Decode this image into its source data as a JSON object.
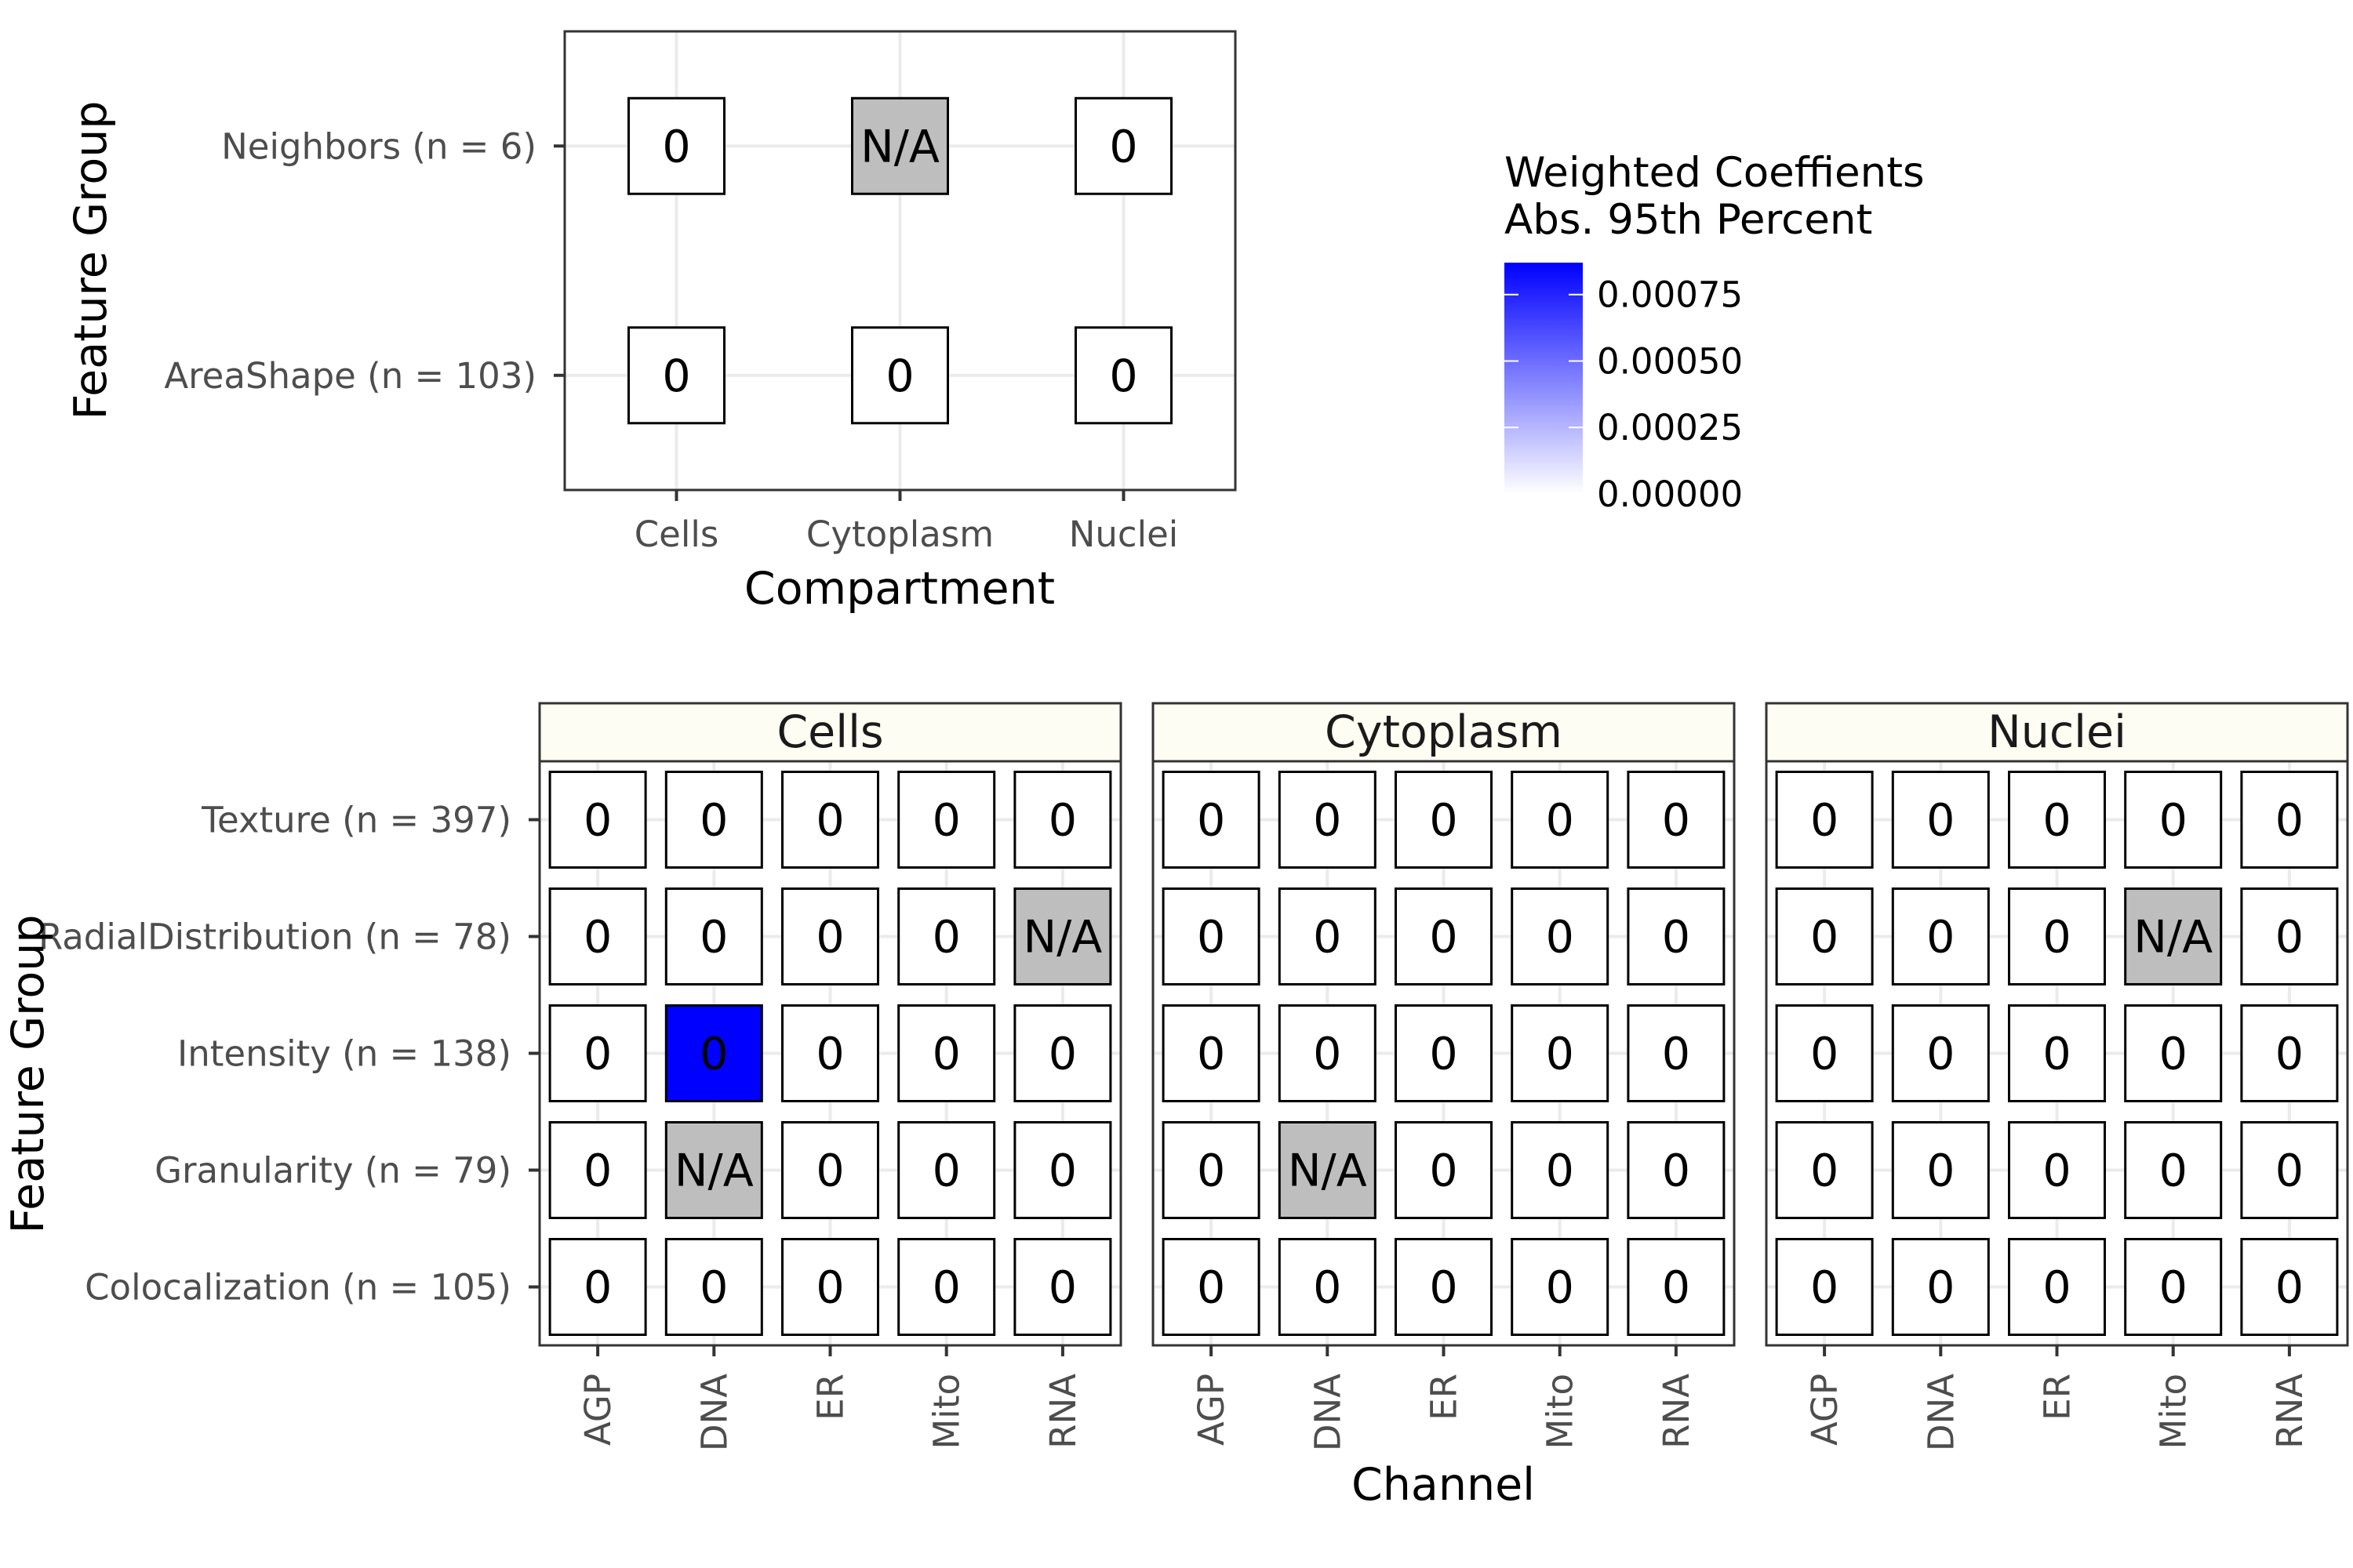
{
  "chart_data": [
    {
      "type": "heatmap",
      "xlabel": "Compartment",
      "ylabel": "Feature Group",
      "x_categories": [
        "Cells",
        "Cytoplasm",
        "Nuclei"
      ],
      "y_categories": [
        "Neighbors (n = 6)",
        "AreaShape (n = 103)"
      ],
      "cells": [
        {
          "x": "Cells",
          "y": "Neighbors (n = 6)",
          "value": 0,
          "label": "0"
        },
        {
          "x": "Cytoplasm",
          "y": "Neighbors (n = 6)",
          "value": null,
          "label": "N/A"
        },
        {
          "x": "Nuclei",
          "y": "Neighbors (n = 6)",
          "value": 0,
          "label": "0"
        },
        {
          "x": "Cells",
          "y": "AreaShape (n = 103)",
          "value": 0,
          "label": "0"
        },
        {
          "x": "Cytoplasm",
          "y": "AreaShape (n = 103)",
          "value": 0,
          "label": "0"
        },
        {
          "x": "Nuclei",
          "y": "AreaShape (n = 103)",
          "value": 0,
          "label": "0"
        }
      ]
    },
    {
      "type": "heatmap",
      "xlabel": "Channel",
      "ylabel": "Feature Group",
      "facets": [
        "Cells",
        "Cytoplasm",
        "Nuclei"
      ],
      "x_categories": [
        "AGP",
        "DNA",
        "ER",
        "Mito",
        "RNA"
      ],
      "y_categories": [
        "Texture (n = 397)",
        "RadialDistribution (n = 78)",
        "Intensity (n = 138)",
        "Granularity (n = 79)",
        "Colocalization (n = 105)"
      ],
      "cells": [
        {
          "facet": "Cells",
          "x": "AGP",
          "y": "Texture (n = 397)",
          "value": 0,
          "label": "0"
        },
        {
          "facet": "Cells",
          "x": "DNA",
          "y": "Texture (n = 397)",
          "value": 0,
          "label": "0"
        },
        {
          "facet": "Cells",
          "x": "ER",
          "y": "Texture (n = 397)",
          "value": 0,
          "label": "0"
        },
        {
          "facet": "Cells",
          "x": "Mito",
          "y": "Texture (n = 397)",
          "value": 0,
          "label": "0"
        },
        {
          "facet": "Cells",
          "x": "RNA",
          "y": "Texture (n = 397)",
          "value": 0,
          "label": "0"
        },
        {
          "facet": "Cells",
          "x": "AGP",
          "y": "RadialDistribution (n = 78)",
          "value": 0,
          "label": "0"
        },
        {
          "facet": "Cells",
          "x": "DNA",
          "y": "RadialDistribution (n = 78)",
          "value": 0,
          "label": "0"
        },
        {
          "facet": "Cells",
          "x": "ER",
          "y": "RadialDistribution (n = 78)",
          "value": 0,
          "label": "0"
        },
        {
          "facet": "Cells",
          "x": "Mito",
          "y": "RadialDistribution (n = 78)",
          "value": 0,
          "label": "0"
        },
        {
          "facet": "Cells",
          "x": "RNA",
          "y": "RadialDistribution (n = 78)",
          "value": null,
          "label": "N/A"
        },
        {
          "facet": "Cells",
          "x": "AGP",
          "y": "Intensity (n = 138)",
          "value": 0,
          "label": "0"
        },
        {
          "facet": "Cells",
          "x": "DNA",
          "y": "Intensity (n = 138)",
          "value": 0.001,
          "label": "0"
        },
        {
          "facet": "Cells",
          "x": "ER",
          "y": "Intensity (n = 138)",
          "value": 0,
          "label": "0"
        },
        {
          "facet": "Cells",
          "x": "Mito",
          "y": "Intensity (n = 138)",
          "value": 0,
          "label": "0"
        },
        {
          "facet": "Cells",
          "x": "RNA",
          "y": "Intensity (n = 138)",
          "value": 0,
          "label": "0"
        },
        {
          "facet": "Cells",
          "x": "AGP",
          "y": "Granularity (n = 79)",
          "value": 0,
          "label": "0"
        },
        {
          "facet": "Cells",
          "x": "DNA",
          "y": "Granularity (n = 79)",
          "value": null,
          "label": "N/A"
        },
        {
          "facet": "Cells",
          "x": "ER",
          "y": "Granularity (n = 79)",
          "value": 0,
          "label": "0"
        },
        {
          "facet": "Cells",
          "x": "Mito",
          "y": "Granularity (n = 79)",
          "value": 0,
          "label": "0"
        },
        {
          "facet": "Cells",
          "x": "RNA",
          "y": "Granularity (n = 79)",
          "value": 0,
          "label": "0"
        },
        {
          "facet": "Cells",
          "x": "AGP",
          "y": "Colocalization (n = 105)",
          "value": 0,
          "label": "0"
        },
        {
          "facet": "Cells",
          "x": "DNA",
          "y": "Colocalization (n = 105)",
          "value": 0,
          "label": "0"
        },
        {
          "facet": "Cells",
          "x": "ER",
          "y": "Colocalization (n = 105)",
          "value": 0,
          "label": "0"
        },
        {
          "facet": "Cells",
          "x": "Mito",
          "y": "Colocalization (n = 105)",
          "value": 0,
          "label": "0"
        },
        {
          "facet": "Cells",
          "x": "RNA",
          "y": "Colocalization (n = 105)",
          "value": 0,
          "label": "0"
        },
        {
          "facet": "Cytoplasm",
          "x": "AGP",
          "y": "Texture (n = 397)",
          "value": 0,
          "label": "0"
        },
        {
          "facet": "Cytoplasm",
          "x": "DNA",
          "y": "Texture (n = 397)",
          "value": 0,
          "label": "0"
        },
        {
          "facet": "Cytoplasm",
          "x": "ER",
          "y": "Texture (n = 397)",
          "value": 0,
          "label": "0"
        },
        {
          "facet": "Cytoplasm",
          "x": "Mito",
          "y": "Texture (n = 397)",
          "value": 0,
          "label": "0"
        },
        {
          "facet": "Cytoplasm",
          "x": "RNA",
          "y": "Texture (n = 397)",
          "value": 0,
          "label": "0"
        },
        {
          "facet": "Cytoplasm",
          "x": "AGP",
          "y": "RadialDistribution (n = 78)",
          "value": 0,
          "label": "0"
        },
        {
          "facet": "Cytoplasm",
          "x": "DNA",
          "y": "RadialDistribution (n = 78)",
          "value": 0,
          "label": "0"
        },
        {
          "facet": "Cytoplasm",
          "x": "ER",
          "y": "RadialDistribution (n = 78)",
          "value": 0,
          "label": "0"
        },
        {
          "facet": "Cytoplasm",
          "x": "Mito",
          "y": "RadialDistribution (n = 78)",
          "value": 0,
          "label": "0"
        },
        {
          "facet": "Cytoplasm",
          "x": "RNA",
          "y": "RadialDistribution (n = 78)",
          "value": 0,
          "label": "0"
        },
        {
          "facet": "Cytoplasm",
          "x": "AGP",
          "y": "Intensity (n = 138)",
          "value": 0,
          "label": "0"
        },
        {
          "facet": "Cytoplasm",
          "x": "DNA",
          "y": "Intensity (n = 138)",
          "value": 0,
          "label": "0"
        },
        {
          "facet": "Cytoplasm",
          "x": "ER",
          "y": "Intensity (n = 138)",
          "value": 0,
          "label": "0"
        },
        {
          "facet": "Cytoplasm",
          "x": "Mito",
          "y": "Intensity (n = 138)",
          "value": 0,
          "label": "0"
        },
        {
          "facet": "Cytoplasm",
          "x": "RNA",
          "y": "Intensity (n = 138)",
          "value": 0,
          "label": "0"
        },
        {
          "facet": "Cytoplasm",
          "x": "AGP",
          "y": "Granularity (n = 79)",
          "value": 0,
          "label": "0"
        },
        {
          "facet": "Cytoplasm",
          "x": "DNA",
          "y": "Granularity (n = 79)",
          "value": null,
          "label": "N/A"
        },
        {
          "facet": "Cytoplasm",
          "x": "ER",
          "y": "Granularity (n = 79)",
          "value": 0,
          "label": "0"
        },
        {
          "facet": "Cytoplasm",
          "x": "Mito",
          "y": "Granularity (n = 79)",
          "value": 0,
          "label": "0"
        },
        {
          "facet": "Cytoplasm",
          "x": "RNA",
          "y": "Granularity (n = 79)",
          "value": 0,
          "label": "0"
        },
        {
          "facet": "Cytoplasm",
          "x": "AGP",
          "y": "Colocalization (n = 105)",
          "value": 0,
          "label": "0"
        },
        {
          "facet": "Cytoplasm",
          "x": "DNA",
          "y": "Colocalization (n = 105)",
          "value": 0,
          "label": "0"
        },
        {
          "facet": "Cytoplasm",
          "x": "ER",
          "y": "Colocalization (n = 105)",
          "value": 0,
          "label": "0"
        },
        {
          "facet": "Cytoplasm",
          "x": "Mito",
          "y": "Colocalization (n = 105)",
          "value": 0,
          "label": "0"
        },
        {
          "facet": "Cytoplasm",
          "x": "RNA",
          "y": "Colocalization (n = 105)",
          "value": 0,
          "label": "0"
        },
        {
          "facet": "Nuclei",
          "x": "AGP",
          "y": "Texture (n = 397)",
          "value": 0,
          "label": "0"
        },
        {
          "facet": "Nuclei",
          "x": "DNA",
          "y": "Texture (n = 397)",
          "value": 0,
          "label": "0"
        },
        {
          "facet": "Nuclei",
          "x": "ER",
          "y": "Texture (n = 397)",
          "value": 0,
          "label": "0"
        },
        {
          "facet": "Nuclei",
          "x": "Mito",
          "y": "Texture (n = 397)",
          "value": 0,
          "label": "0"
        },
        {
          "facet": "Nuclei",
          "x": "RNA",
          "y": "Texture (n = 397)",
          "value": 0,
          "label": "0"
        },
        {
          "facet": "Nuclei",
          "x": "AGP",
          "y": "RadialDistribution (n = 78)",
          "value": 0,
          "label": "0"
        },
        {
          "facet": "Nuclei",
          "x": "DNA",
          "y": "RadialDistribution (n = 78)",
          "value": 0,
          "label": "0"
        },
        {
          "facet": "Nuclei",
          "x": "ER",
          "y": "RadialDistribution (n = 78)",
          "value": 0,
          "label": "0"
        },
        {
          "facet": "Nuclei",
          "x": "Mito",
          "y": "RadialDistribution (n = 78)",
          "value": null,
          "label": "N/A"
        },
        {
          "facet": "Nuclei",
          "x": "RNA",
          "y": "RadialDistribution (n = 78)",
          "value": 0,
          "label": "0"
        },
        {
          "facet": "Nuclei",
          "x": "AGP",
          "y": "Intensity (n = 138)",
          "value": 0,
          "label": "0"
        },
        {
          "facet": "Nuclei",
          "x": "DNA",
          "y": "Intensity (n = 138)",
          "value": 0,
          "label": "0"
        },
        {
          "facet": "Nuclei",
          "x": "ER",
          "y": "Intensity (n = 138)",
          "value": 0,
          "label": "0"
        },
        {
          "facet": "Nuclei",
          "x": "Mito",
          "y": "Intensity (n = 138)",
          "value": 0,
          "label": "0"
        },
        {
          "facet": "Nuclei",
          "x": "RNA",
          "y": "Intensity (n = 138)",
          "value": 0,
          "label": "0"
        },
        {
          "facet": "Nuclei",
          "x": "AGP",
          "y": "Granularity (n = 79)",
          "value": 0,
          "label": "0"
        },
        {
          "facet": "Nuclei",
          "x": "DNA",
          "y": "Granularity (n = 79)",
          "value": 0,
          "label": "0"
        },
        {
          "facet": "Nuclei",
          "x": "ER",
          "y": "Granularity (n = 79)",
          "value": 0,
          "label": "0"
        },
        {
          "facet": "Nuclei",
          "x": "Mito",
          "y": "Granularity (n = 79)",
          "value": 0,
          "label": "0"
        },
        {
          "facet": "Nuclei",
          "x": "RNA",
          "y": "Granularity (n = 79)",
          "value": 0,
          "label": "0"
        },
        {
          "facet": "Nuclei",
          "x": "AGP",
          "y": "Colocalization (n = 105)",
          "value": 0,
          "label": "0"
        },
        {
          "facet": "Nuclei",
          "x": "DNA",
          "y": "Colocalization (n = 105)",
          "value": 0,
          "label": "0"
        },
        {
          "facet": "Nuclei",
          "x": "ER",
          "y": "Colocalization (n = 105)",
          "value": 0,
          "label": "0"
        },
        {
          "facet": "Nuclei",
          "x": "Mito",
          "y": "Colocalization (n = 105)",
          "value": 0,
          "label": "0"
        },
        {
          "facet": "Nuclei",
          "x": "RNA",
          "y": "Colocalization (n = 105)",
          "value": 0,
          "label": "0"
        }
      ]
    }
  ],
  "legend": {
    "title_lines": [
      "Weighted Coeffients",
      "Abs. 95th Percent"
    ],
    "ticks": [
      {
        "value": 0.00075,
        "label": "0.00075"
      },
      {
        "value": 0.0005,
        "label": "0.00050"
      },
      {
        "value": 0.00025,
        "label": "0.00025"
      },
      {
        "value": 0,
        "label": "0.00000"
      }
    ],
    "range": [
      0,
      0.00087
    ],
    "color_low": "#ffffff",
    "color_high": "#0000ff"
  },
  "colors": {
    "na_fill": "#bebebe",
    "strip_fill": "#fdfdf3",
    "grid": "#ebebeb",
    "tile_border": "#000000"
  }
}
